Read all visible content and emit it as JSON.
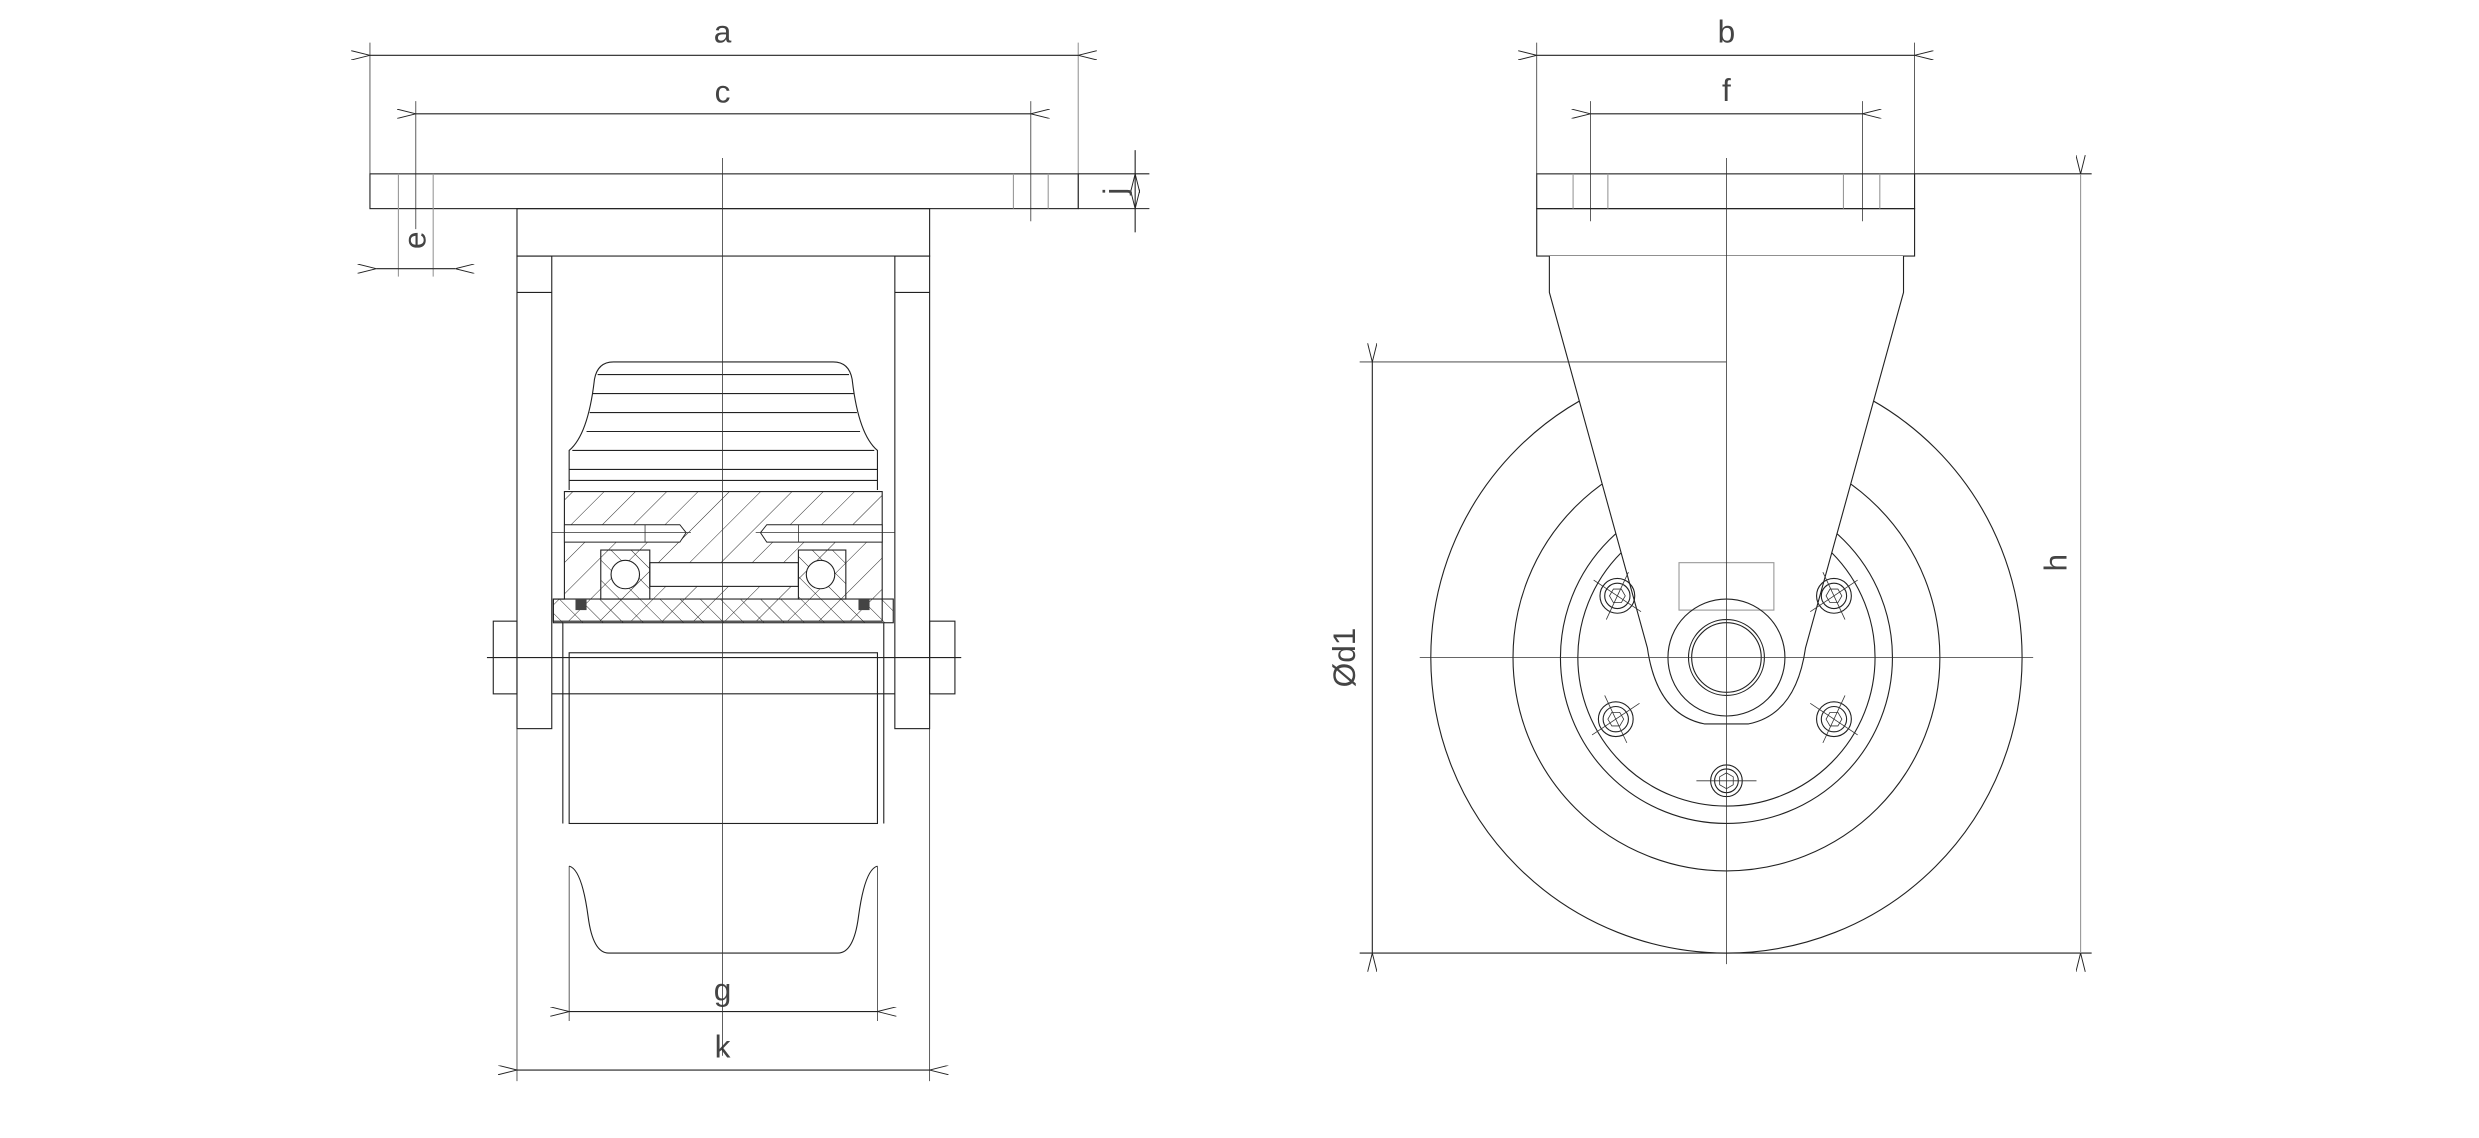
{
  "drawing": {
    "title": "Fixed castor wheel - technical drawing",
    "side_view": {
      "dimensions": {
        "a": "a",
        "c": "c",
        "e": "e",
        "j": "j",
        "g": "g",
        "k": "k"
      }
    },
    "front_view": {
      "dimensions": {
        "b": "b",
        "f": "f",
        "h": "h",
        "d1": "Ød1"
      }
    },
    "colors": {
      "line": "#222222",
      "label": "#444444",
      "background": "#ffffff"
    }
  }
}
